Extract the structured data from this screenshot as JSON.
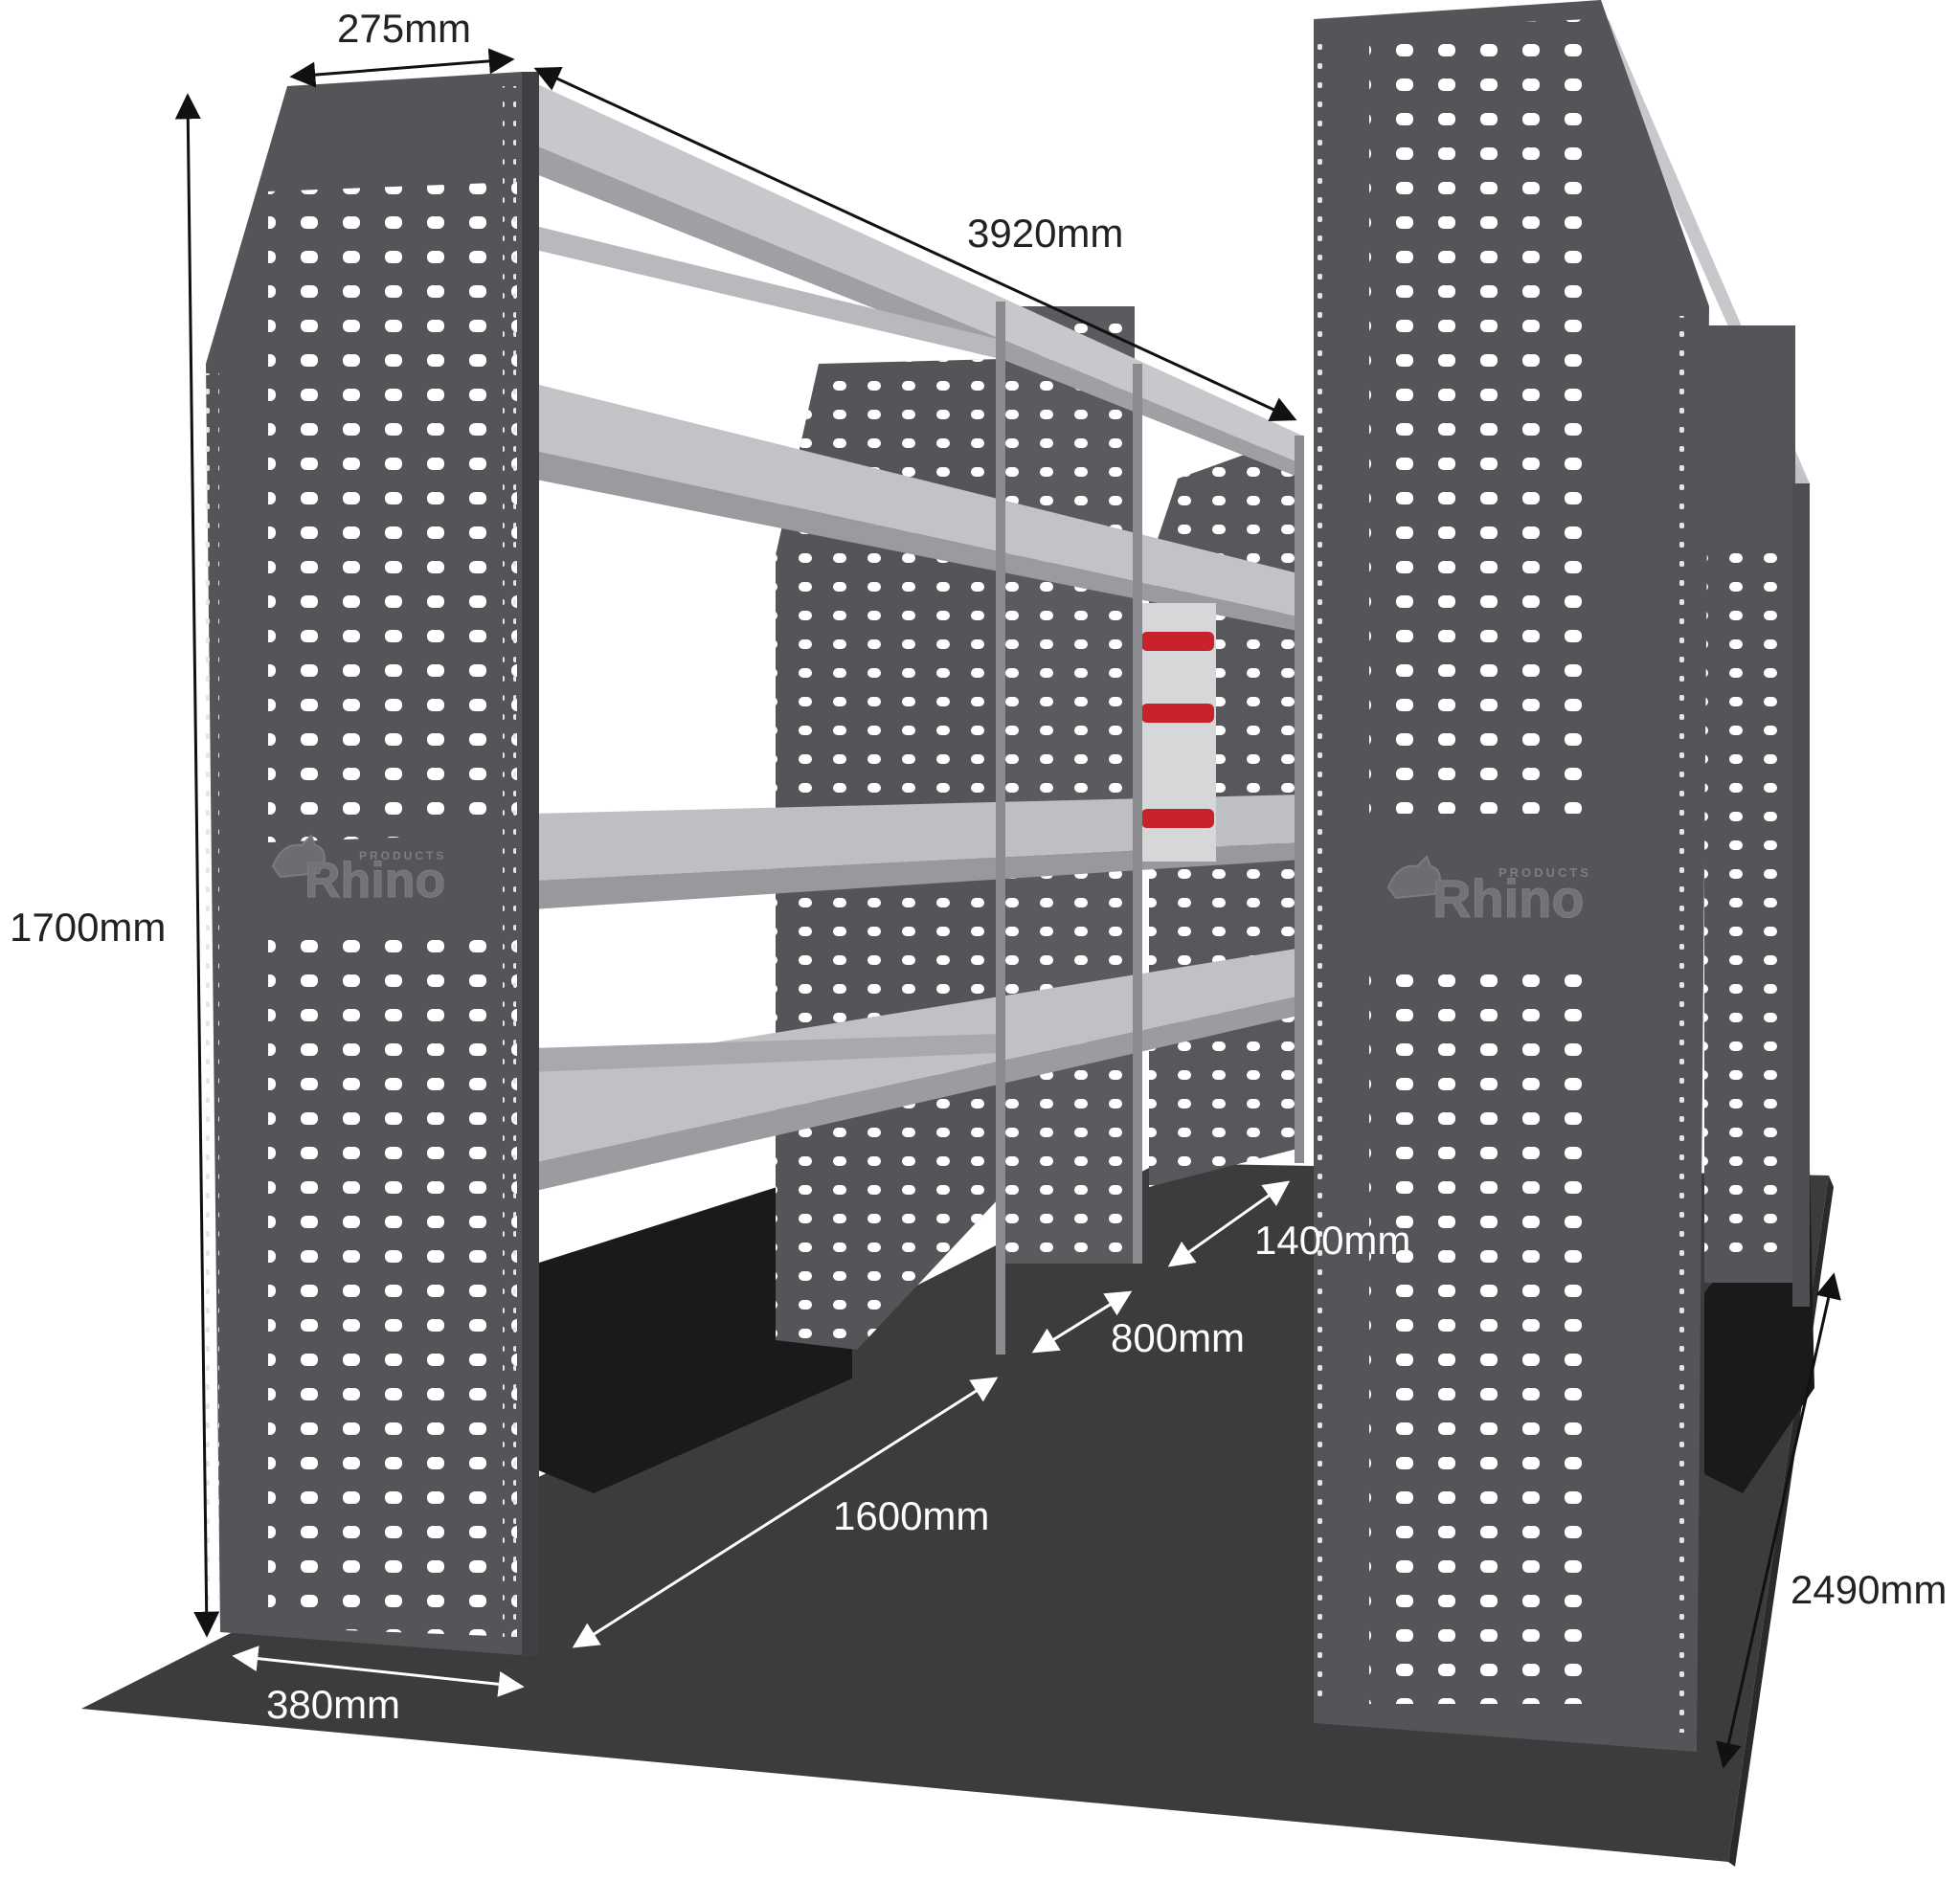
{
  "dimensions": {
    "top_depth": "275mm",
    "total_length": "3920mm",
    "height": "1700mm",
    "bottom_depth": "380mm",
    "section_1600": "1600mm",
    "section_800": "800mm",
    "section_1400": "1400mm",
    "width": "2490mm"
  },
  "brand": {
    "name": "Rhino",
    "tagline": "PRODUCTS",
    "logo_icon": "rhino-head-icon"
  },
  "colors": {
    "panel_dark": "#545558",
    "shelf_light": "#b8b9bc",
    "floor": "#3c3c3d",
    "drawer_handle": "#c8232a",
    "dimension_line": "#111111"
  }
}
